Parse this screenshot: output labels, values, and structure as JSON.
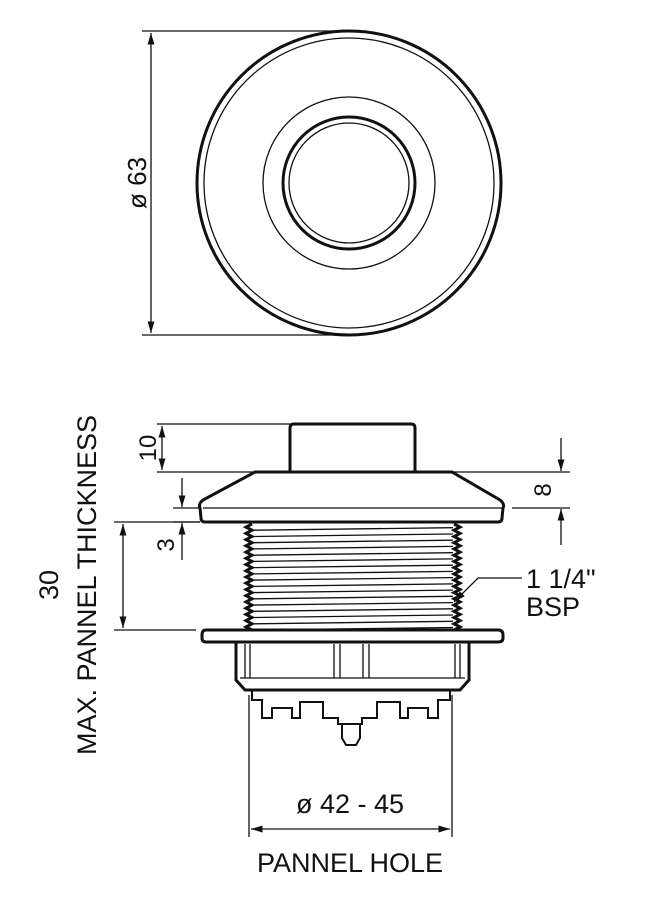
{
  "top_view": {
    "diameter_label": "ø 63"
  },
  "side_view": {
    "knob_height_label": "10",
    "flange_thickness_label": "3",
    "cap_height_label": "8",
    "thread_label_line1": "1 1/4\"",
    "thread_label_line2": "BSP",
    "panel_thickness_value": "30",
    "panel_thickness_label": "MAX. PANNEL THICKNESS",
    "hole_diameter_label": "ø 42 - 45",
    "hole_label": "PANNEL HOLE"
  },
  "colors": {
    "line": "#111111",
    "background": "#ffffff"
  }
}
